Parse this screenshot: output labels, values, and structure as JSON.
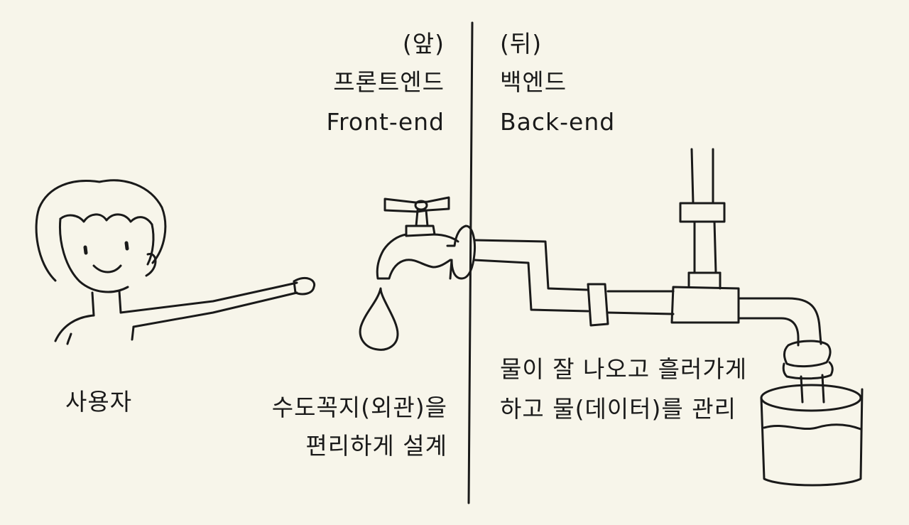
{
  "front": {
    "paren": "(앞)",
    "korean": "프론트엔드",
    "english": "Front-end",
    "desc_line1": "수도꼭지(외관)을",
    "desc_line2": "편리하게 설계"
  },
  "back": {
    "paren": "(뒤)",
    "korean": "백엔드",
    "english": "Back-end",
    "desc_line1": "물이 잘 나오고 흘러가게",
    "desc_line2": "하고 물(데이터)를 관리"
  },
  "user": {
    "label": "사용자"
  },
  "colors": {
    "background": "#f7f5ea",
    "ink": "#1a1a1a"
  }
}
